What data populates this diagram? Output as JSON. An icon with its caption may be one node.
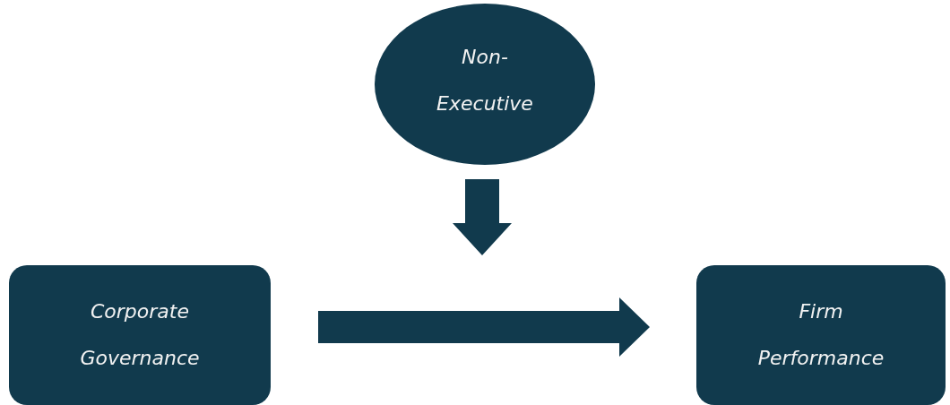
{
  "diagram": {
    "nodes": [
      {
        "text": [
          "Non- Executive"
        ]
      },
      {
        "text": [
          "Corporate Governance"
        ]
      },
      {
        "text": [
          "Firm Performance"
        ]
      }
    ],
    "edges": [
      {
        "from": 0,
        "to": null,
        "arrow": "to",
        "style": "thick"
      },
      {
        "from": 1,
        "to": 2,
        "arrow": "to",
        "style": "thick"
      }
    ]
  }
}
